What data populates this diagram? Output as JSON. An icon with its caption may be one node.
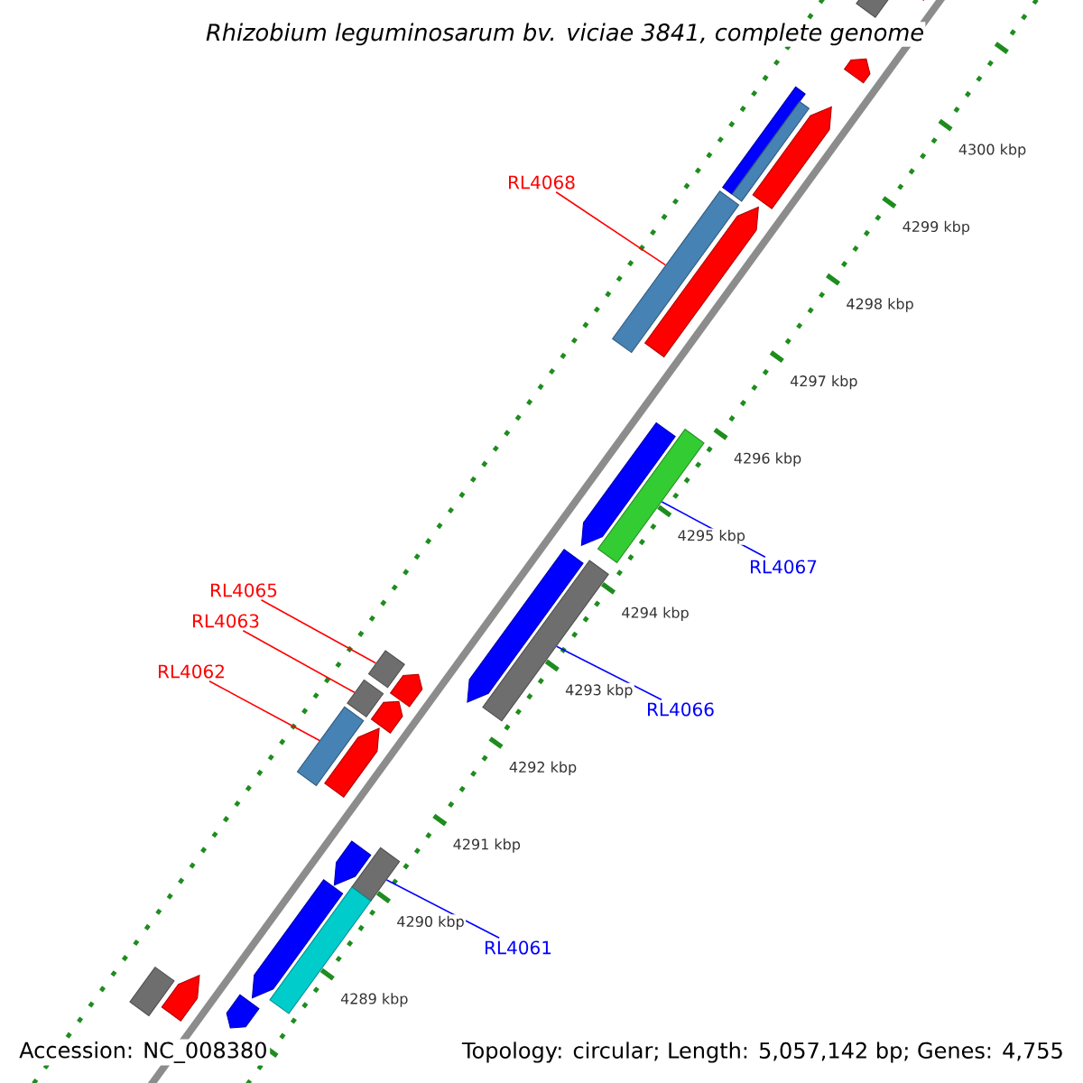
{
  "diagram": {
    "title": "Rhizobium leguminosarum bv. viciae 3841, complete genome",
    "nodes": [
      {
        "text": [
          "RL4068"
        ]
      },
      {
        "text": [
          "RL4067"
        ]
      },
      {
        "text": [
          "RL4065"
        ]
      },
      {
        "text": [
          "RL4063"
        ]
      },
      {
        "text": [
          "RL4062"
        ]
      },
      {
        "text": [
          "RL4066"
        ]
      },
      {
        "text": [
          "RL4061"
        ]
      },
      {
        "text": [],
        "shape": "arrow"
      },
      {
        "text": [],
        "shape": "box"
      },
      {
        "text": [],
        "shape": "arrow"
      },
      {
        "text": [],
        "shape": "box"
      },
      {
        "text": [],
        "shape": "box"
      },
      {
        "text": [],
        "shape": "arrow"
      },
      {
        "text": [],
        "shape": "box"
      },
      {
        "text": [],
        "shape": "arrow"
      },
      {
        "text": [],
        "shape": "arrow"
      },
      {
        "text": [],
        "shape": "box"
      },
      {
        "text": [],
        "shape": "arrow"
      },
      {
        "text": [],
        "shape": "box"
      },
      {
        "text": [],
        "shape": "box"
      },
      {
        "text": [],
        "shape": "arrow"
      },
      {
        "text": [],
        "shape": "box"
      },
      {
        "text": [],
        "shape": "arrow"
      },
      {
        "text": [],
        "shape": "box"
      },
      {
        "text": [],
        "shape": "arrow"
      },
      {
        "text": [],
        "shape": "arrow"
      },
      {
        "text": [],
        "shape": "box"
      },
      {
        "text": [],
        "shape": "arrow"
      },
      {
        "text": [],
        "shape": "box"
      },
      {
        "text": [],
        "shape": "box"
      },
      {
        "text": [],
        "shape": "arrow"
      },
      {
        "text": [],
        "shape": "arrow"
      }
    ],
    "edges": [
      {
        "from": 0,
        "to": 13,
        "arrow": "none"
      },
      {
        "from": 1,
        "to": 16,
        "arrow": "none",
        "color": "#0000ff"
      },
      {
        "from": 2,
        "to": 19,
        "arrow": "none"
      },
      {
        "from": 3,
        "to": 21,
        "arrow": "none"
      },
      {
        "from": 4,
        "to": 23,
        "arrow": "none"
      },
      {
        "from": 5,
        "to": 18,
        "arrow": "none",
        "color": "#0000ff"
      },
      {
        "from": 6,
        "to": 26,
        "arrow": "none",
        "color": "#0000ff"
      }
    ],
    "labels": [
      "4300 kbp",
      "4299 kbp",
      "4298 kbp",
      "4297 kbp",
      "4296 kbp",
      "4295 kbp",
      "4294 kbp",
      "4293 kbp",
      "4292 kbp",
      "4291 kbp",
      "4290 kbp",
      "4289 kbp",
      "Accession: NC_008380",
      "Topology: circular; Length: 5,057,142 bp; Genes: 4,755"
    ]
  }
}
